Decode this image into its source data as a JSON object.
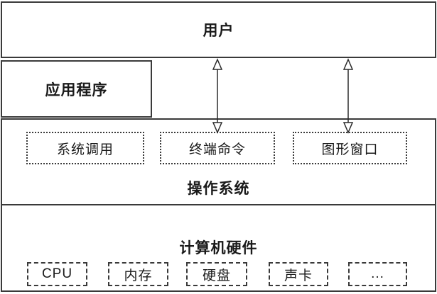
{
  "layers": {
    "user": {
      "label": "用户"
    },
    "application": {
      "label": "应用程序"
    },
    "os": {
      "label": "操作系统",
      "interfaces": [
        {
          "label": "系统调用"
        },
        {
          "label": "终端命令"
        },
        {
          "label": "图形窗口"
        }
      ]
    },
    "hardware": {
      "label": "计算机硬件",
      "components": [
        {
          "label": "CPU"
        },
        {
          "label": "内存"
        },
        {
          "label": "硬盘"
        },
        {
          "label": "声卡"
        },
        {
          "label": "..."
        }
      ]
    }
  },
  "arrows": [
    {
      "from": "用户",
      "to": "终端命令",
      "type": "double-headed"
    },
    {
      "from": "用户",
      "to": "图形窗口",
      "type": "double-headed"
    }
  ],
  "colors": {
    "border": "#3a3a3a",
    "background": "#ffffff",
    "text": "#1a1a1a"
  }
}
